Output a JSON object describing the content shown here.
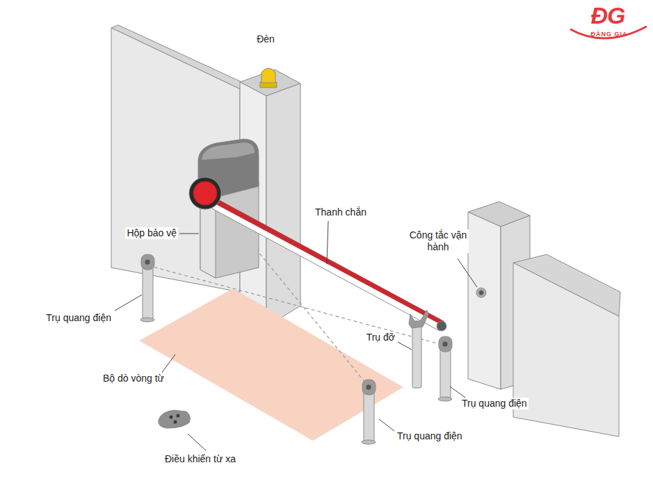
{
  "diagram": {
    "labels": [
      "Đèn",
      "Hộp bảo vệ",
      "Thanh chắn",
      "Công tắc vận hành",
      "Trụ quang điện",
      "Trụ đỡ",
      "Bộ dò vòng từ",
      "Trụ quang điện",
      "Trụ quang điện",
      "Điều khiển từ xa",
      "ĐG",
      "ĐẶNG GIA"
    ]
  }
}
